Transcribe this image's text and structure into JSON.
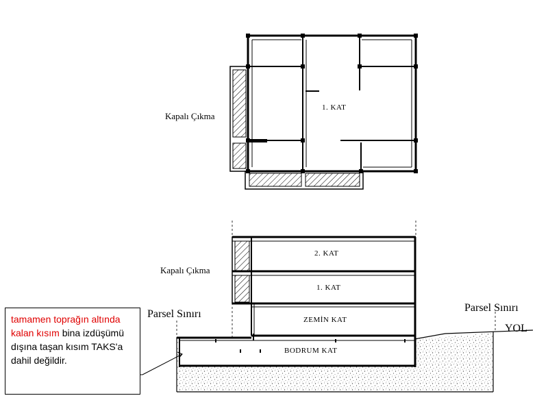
{
  "plan": {
    "room_label": "1. KAT",
    "projection_label": "Kapalı Çıkma"
  },
  "section": {
    "projection_label": "Kapalı Çıkma",
    "floors": [
      "2. KAT",
      "1. KAT",
      "ZEMİN KAT",
      "BODRUM KAT"
    ],
    "parcel_left": "Parsel Sınırı",
    "parcel_right": "Parsel Sınırı",
    "road": "YOL"
  },
  "note": {
    "highlight": "tamamen toprağın altında kalan kısım",
    "rest": " bina izdüşümü dışına taşan kısım TAKS'a dahil değildir."
  },
  "colors": {
    "highlight": "#e00000",
    "line": "#000000"
  }
}
